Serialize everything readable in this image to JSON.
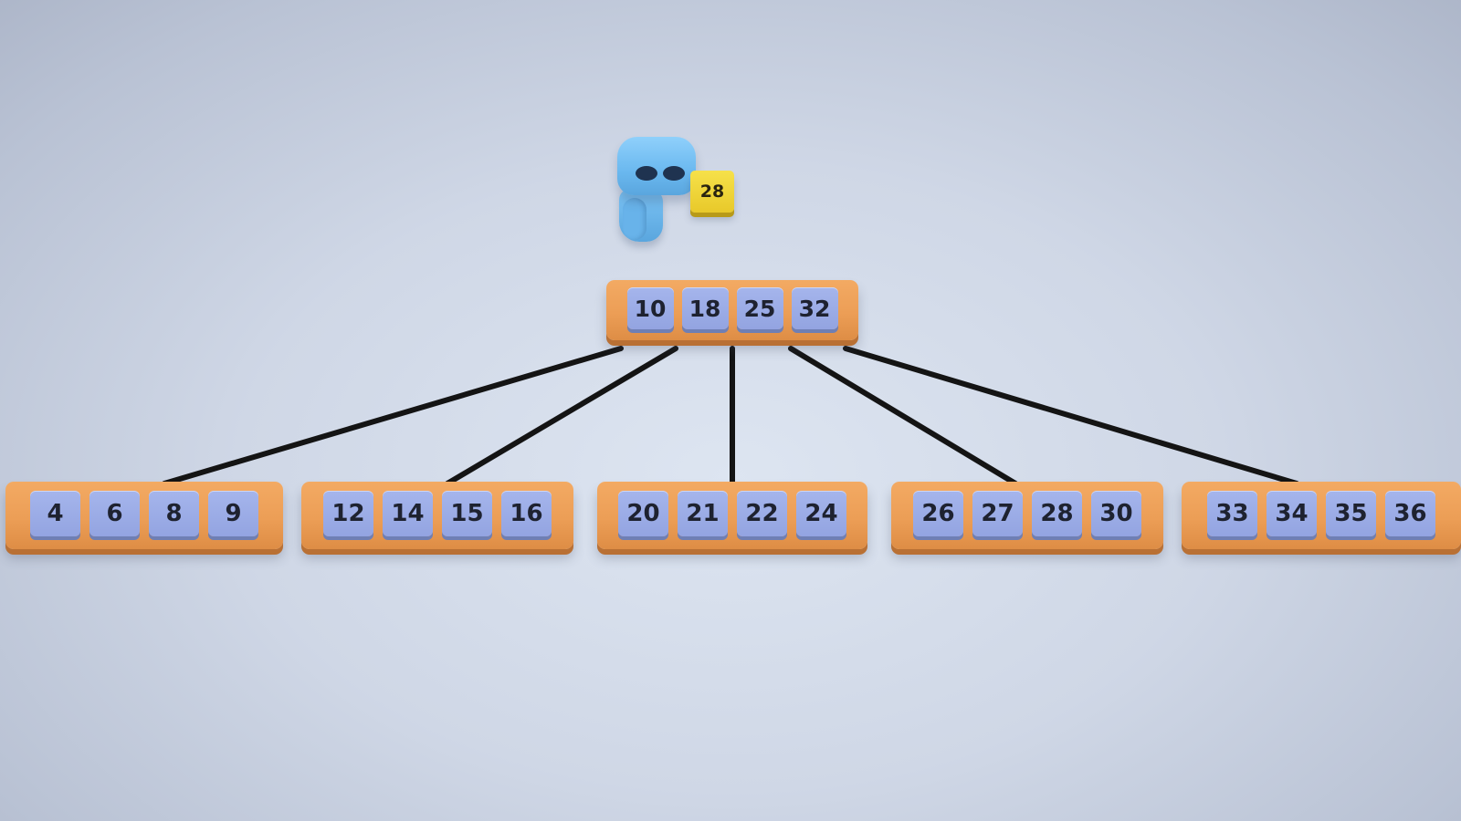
{
  "search": {
    "key": "28"
  },
  "tree": {
    "root": {
      "keys": [
        "10",
        "18",
        "25",
        "32"
      ]
    },
    "leaves": [
      {
        "keys": [
          "4",
          "6",
          "8",
          "9"
        ]
      },
      {
        "keys": [
          "12",
          "14",
          "15",
          "16"
        ]
      },
      {
        "keys": [
          "20",
          "21",
          "22",
          "24"
        ]
      },
      {
        "keys": [
          "26",
          "27",
          "28",
          "30"
        ]
      },
      {
        "keys": [
          "33",
          "34",
          "35",
          "36"
        ]
      }
    ]
  },
  "colors": {
    "node": "#ec9e56",
    "key_tile": "#9aabe6",
    "edge": "#141414",
    "search_key": "#f0d53a",
    "pointer": "#6ab8ef"
  }
}
